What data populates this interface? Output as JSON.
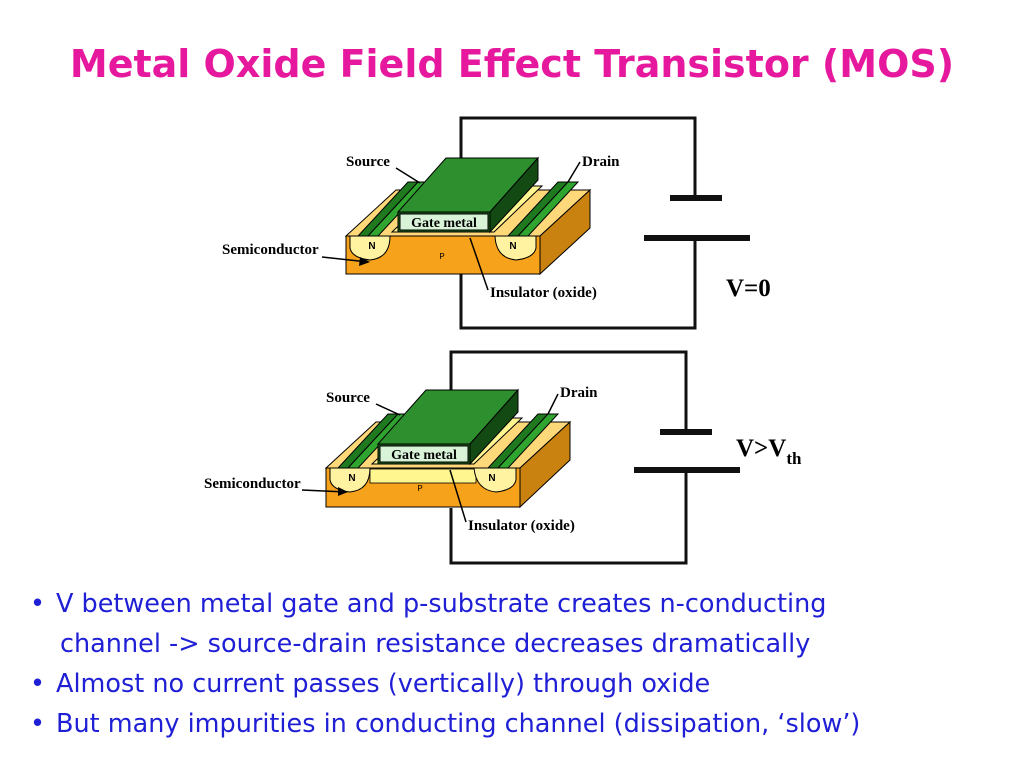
{
  "title": "Metal Oxide Field Effect Transistor (MOS)",
  "colors": {
    "title": "#e6199e",
    "bullets": "#1f1fd6",
    "gate": "#1f7a1f",
    "substrate": "#f7a21b",
    "n_region": "#fff2a0",
    "oxide": "#fff68f"
  },
  "diagram_top": {
    "source": "Source",
    "drain": "Drain",
    "gate": "Gate metal",
    "semiconductor": "Semiconductor",
    "insulator": "Insulator (oxide)",
    "n_left": "N",
    "n_right": "N",
    "p": "P",
    "voltage": "V=0"
  },
  "diagram_bottom": {
    "source": "Source",
    "drain": "Drain",
    "gate": "Gate metal",
    "semiconductor": "Semiconductor",
    "insulator": "Insulator (oxide)",
    "n_left": "N",
    "n_right": "N",
    "p": "P",
    "voltage_main": "V>V",
    "voltage_sub": "th"
  },
  "bullets": [
    {
      "marker": "•",
      "line1": "V between metal gate and p-substrate creates n-conducting",
      "line2": "channel -> source-drain resistance decreases dramatically"
    },
    {
      "marker": "•",
      "line1": "Almost no current passes (vertically) through oxide"
    },
    {
      "marker": "•",
      "line1": "But many impurities in conducting channel (dissipation, ‘slow’)"
    }
  ]
}
